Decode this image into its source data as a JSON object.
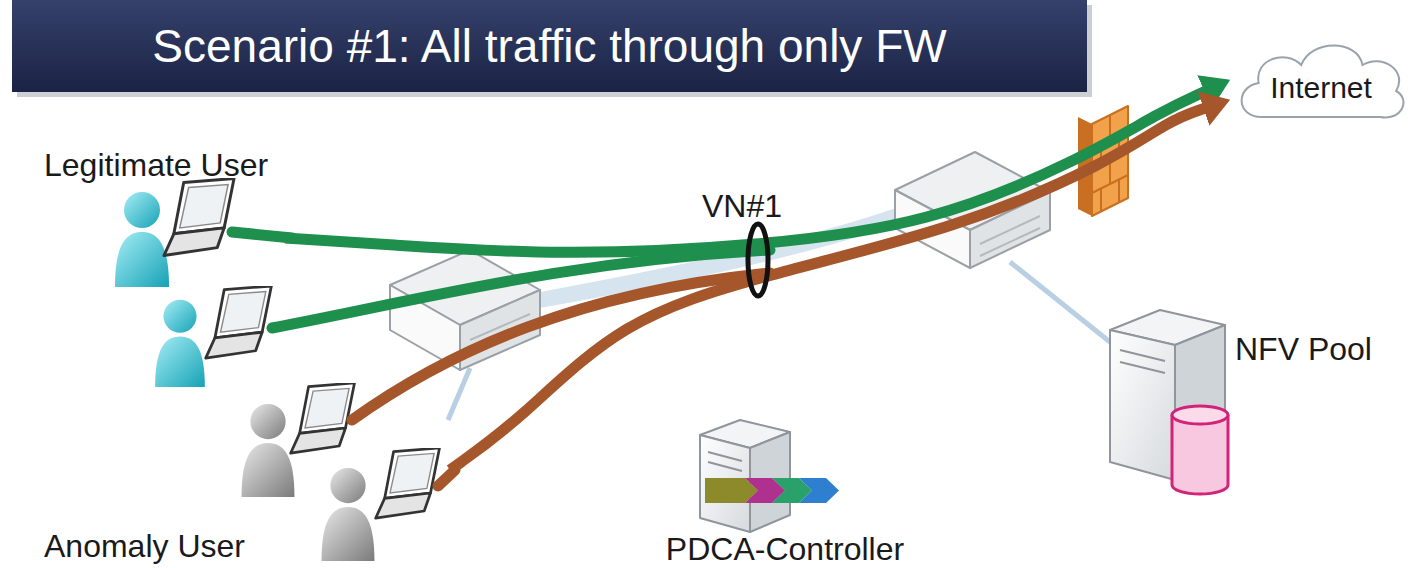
{
  "diagram": {
    "title": "Scenario #1: All traffic through only FW",
    "nodes": [
      {
        "text": [
          "Legitimate User"
        ]
      },
      {
        "text": [
          "Anomaly User"
        ]
      },
      {
        "text": [
          "Internet"
        ]
      },
      {
        "text": [
          "PDCA-Controller"
        ]
      },
      {
        "text": [
          "NFV Pool"
        ]
      }
    ],
    "edges": [
      {
        "from": 0,
        "to": 2,
        "arrow": "to"
      },
      {
        "from": 1,
        "to": 2,
        "arrow": "to"
      }
    ],
    "labels": [
      "VN#1"
    ]
  }
}
